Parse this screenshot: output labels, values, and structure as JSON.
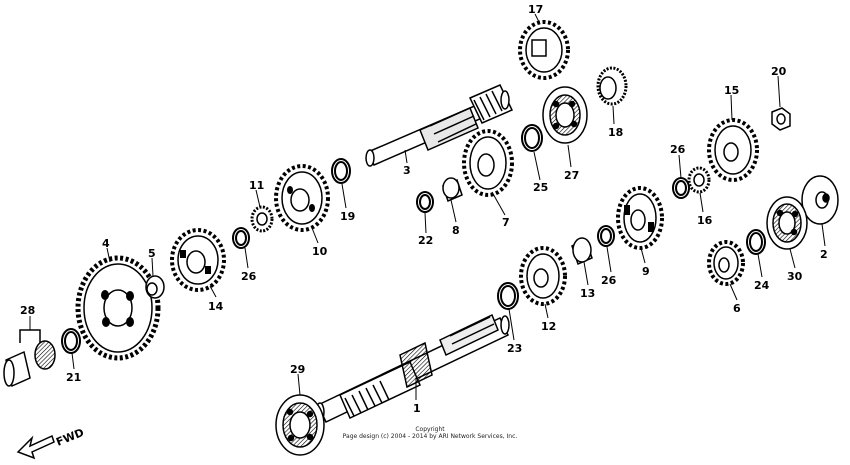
{
  "diagram": {
    "labels": {
      "l1": "1",
      "l2": "2",
      "l3": "3",
      "l4": "4",
      "l5": "5",
      "l6": "6",
      "l7": "7",
      "l8": "8",
      "l9": "9",
      "l10": "10",
      "l11": "11",
      "l12": "12",
      "l13": "13",
      "l14": "14",
      "l15": "15",
      "l16": "16",
      "l17": "17",
      "l18": "18",
      "l19": "19",
      "l20": "20",
      "l21": "21",
      "l22": "22",
      "l23": "23",
      "l24": "24",
      "l25": "25",
      "l26a": "26",
      "l26b": "26",
      "l26c": "26",
      "l27": "27",
      "l28": "28",
      "l29": "29",
      "l30": "30"
    },
    "fwd_label": "FWD",
    "copyright_line1": "Copyright",
    "copyright_line2": "Page design (c) 2004 - 2014 by ARI Network Services, Inc."
  }
}
